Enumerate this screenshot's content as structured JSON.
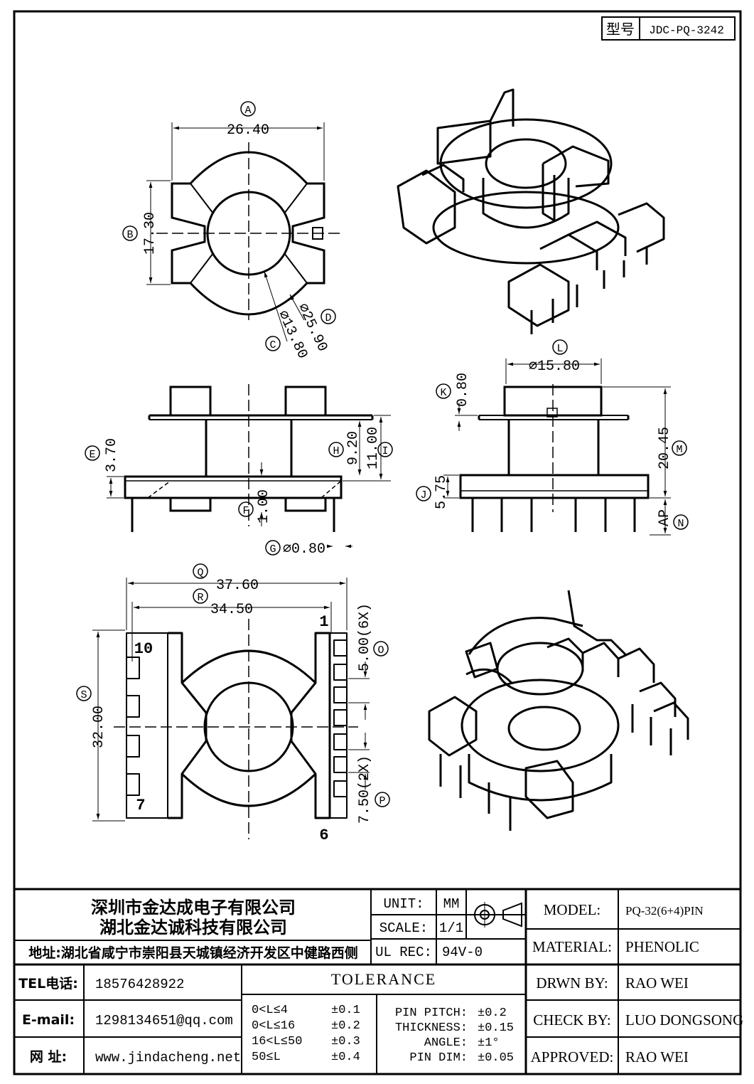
{
  "header": {
    "type_label": "型号",
    "part_no": "JDC-PQ-3242"
  },
  "top_view": {
    "A": {
      "letter": "A",
      "value": "26.40"
    },
    "B": {
      "letter": "B",
      "value": "17.30"
    },
    "C": {
      "letter": "C",
      "value": "⌀13.80"
    },
    "D": {
      "letter": "D",
      "value": "⌀25.90"
    }
  },
  "front_view": {
    "E": {
      "letter": "E",
      "value": "3.70"
    },
    "F": {
      "letter": "F",
      "value": "1.00"
    },
    "G": {
      "letter": "G",
      "value": "⌀0.80"
    },
    "H": {
      "letter": "H",
      "value": "9.20"
    },
    "I": {
      "letter": "I",
      "value": "11.00"
    }
  },
  "side_view": {
    "J": {
      "letter": "J",
      "value": "5.75"
    },
    "K": {
      "letter": "K",
      "value": "0.80"
    },
    "L": {
      "letter": "L",
      "value": "⌀15.80"
    },
    "M": {
      "letter": "M",
      "value": "20.45"
    },
    "N": {
      "letter": "N",
      "value": "AP"
    }
  },
  "bottom_view": {
    "Q": {
      "letter": "Q",
      "value": "37.60"
    },
    "R": {
      "letter": "R",
      "value": "34.50"
    },
    "S": {
      "letter": "S",
      "value": "32.00"
    },
    "O": {
      "letter": "O",
      "value": "5.00(6X)"
    },
    "P": {
      "letter": "P",
      "value": "7.50(2X)"
    },
    "pin_labels": {
      "p1": "1",
      "p6": "6",
      "p7": "7",
      "p10": "10"
    }
  },
  "title_block": {
    "company_1": "深圳市金达成电子有限公司",
    "company_2": "湖北金达诚科技有限公司",
    "address": "地址:湖北省咸宁市崇阳县天城镇经济开发区中健路西侧",
    "unit_label": "UNIT:",
    "unit_value": "MM",
    "scale_label": "SCALE:",
    "scale_value": "1/1",
    "ul_label": "UL REC:",
    "ul_value": "94V-0",
    "model_label": "MODEL:",
    "model_value": "PQ-32(6+4)PIN",
    "material_label": "MATERIAL:",
    "material_value": "PHENOLIC",
    "drawn_label": "DRWN BY:",
    "drawn_value": "RAO WEI",
    "check_label": "CHECK BY:",
    "check_value": "LUO DONGSONG",
    "approved_label": "APPROVED:",
    "approved_value": "RAO WEI",
    "tel_label": "TEL电话:",
    "tel_value": "18576428922",
    "email_label": "E-mail:",
    "email_value": "1298134651@qq.com",
    "web_label": "网    址:",
    "web_value": "www.jindacheng.net",
    "tolerance_title": "TOLERANCE",
    "tol_rows": [
      {
        "range": "0<L≤4",
        "tol": "±0.1"
      },
      {
        "range": "0<L≤16",
        "tol": "±0.2"
      },
      {
        "range": "16<L≤50",
        "tol": "±0.3"
      },
      {
        "range": "50≤L",
        "tol": "±0.4"
      }
    ],
    "tol_extra": [
      {
        "label": "PIN PITCH:",
        "tol": "±0.2"
      },
      {
        "label": "THICKNESS:",
        "tol": "±0.15"
      },
      {
        "label": "ANGLE:",
        "tol": "±1°"
      },
      {
        "label": "PIN DIM:",
        "tol": "±0.05"
      }
    ]
  }
}
